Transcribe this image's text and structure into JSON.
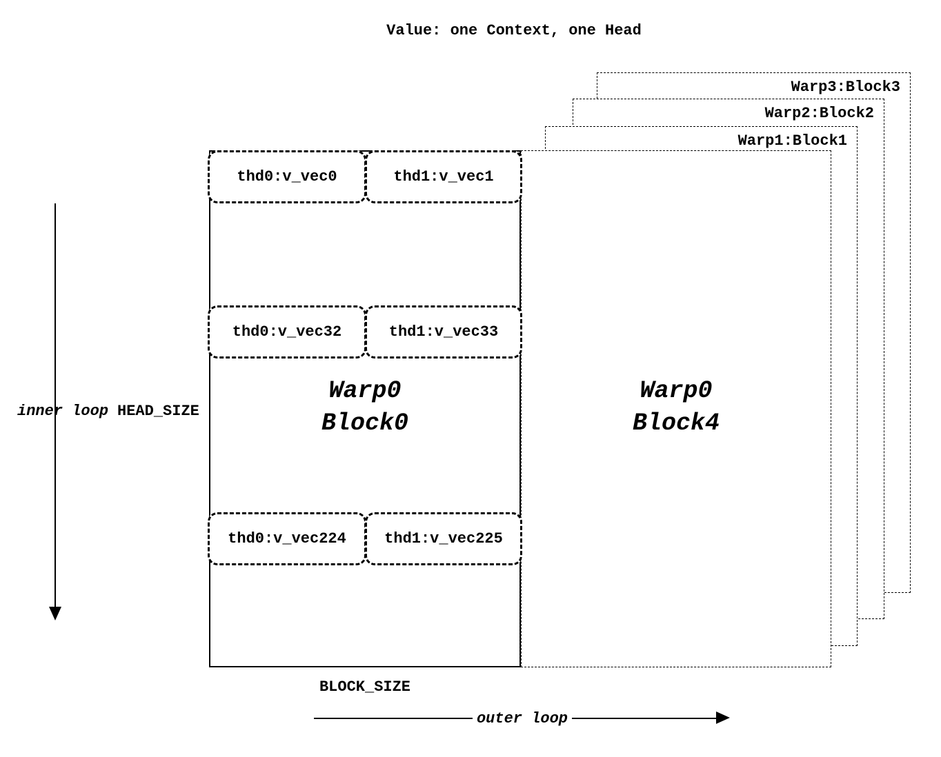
{
  "title": "Value: one Context, one Head",
  "stacked_blocks": [
    {
      "label": "Warp3:Block3"
    },
    {
      "label": "Warp2:Block2"
    },
    {
      "label": "Warp1:Block1"
    }
  ],
  "block0": {
    "name_line1": "Warp0",
    "name_line2": "Block0",
    "rows": [
      {
        "left": "thd0:v_vec0",
        "right": "thd1:v_vec1"
      },
      {
        "left": "thd0:v_vec32",
        "right": "thd1:v_vec33"
      },
      {
        "left": "thd0:v_vec224",
        "right": "thd1:v_vec225"
      }
    ]
  },
  "block4": {
    "name_line1": "Warp0",
    "name_line2": "Block4"
  },
  "labels": {
    "inner_loop": "inner loop",
    "head_size": "HEAD_SIZE",
    "block_size": "BLOCK_SIZE",
    "outer_loop": "outer loop"
  },
  "colors": {
    "ink": "#000000",
    "background": "#ffffff"
  }
}
